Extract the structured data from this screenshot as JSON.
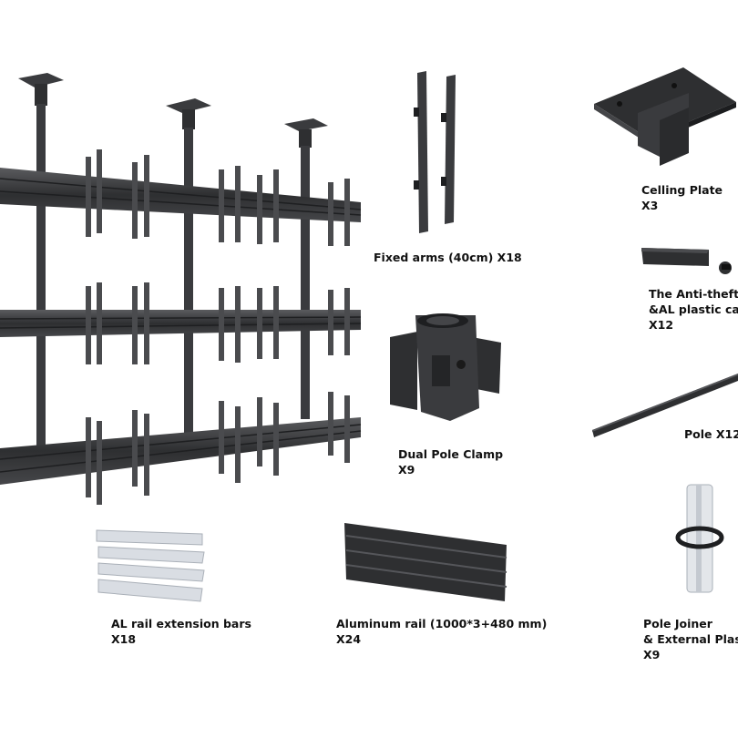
{
  "labels": {
    "fixed_arms": "Fixed arms (40cm) X18",
    "ceiling_plate_name": "Celling Plate",
    "ceiling_plate_qty": "X3",
    "anti_theft_name": "The Anti-theft s",
    "anti_theft_sub": "&AL plastic cap",
    "anti_theft_qty": "X12",
    "dual_pole_clamp_name": "Dual Pole Clamp",
    "dual_pole_clamp_qty": "X9",
    "pole": "Pole X12",
    "al_rail_bars_name": "AL rail extension bars",
    "al_rail_bars_qty": "X18",
    "aluminum_rail_name": "Aluminum rail (1000*3+480 mm)",
    "aluminum_rail_qty": "X24",
    "pole_joiner_name": "Pole Joiner",
    "pole_joiner_sub": "& External Plast",
    "pole_joiner_qty": "X9"
  },
  "colors": {
    "metal_dark": "#2e2f31",
    "metal_mid": "#4a4b4e",
    "metal_light": "#6b6c70",
    "aluminum": "#d9dde3",
    "aluminum_edge": "#aab0b8"
  }
}
